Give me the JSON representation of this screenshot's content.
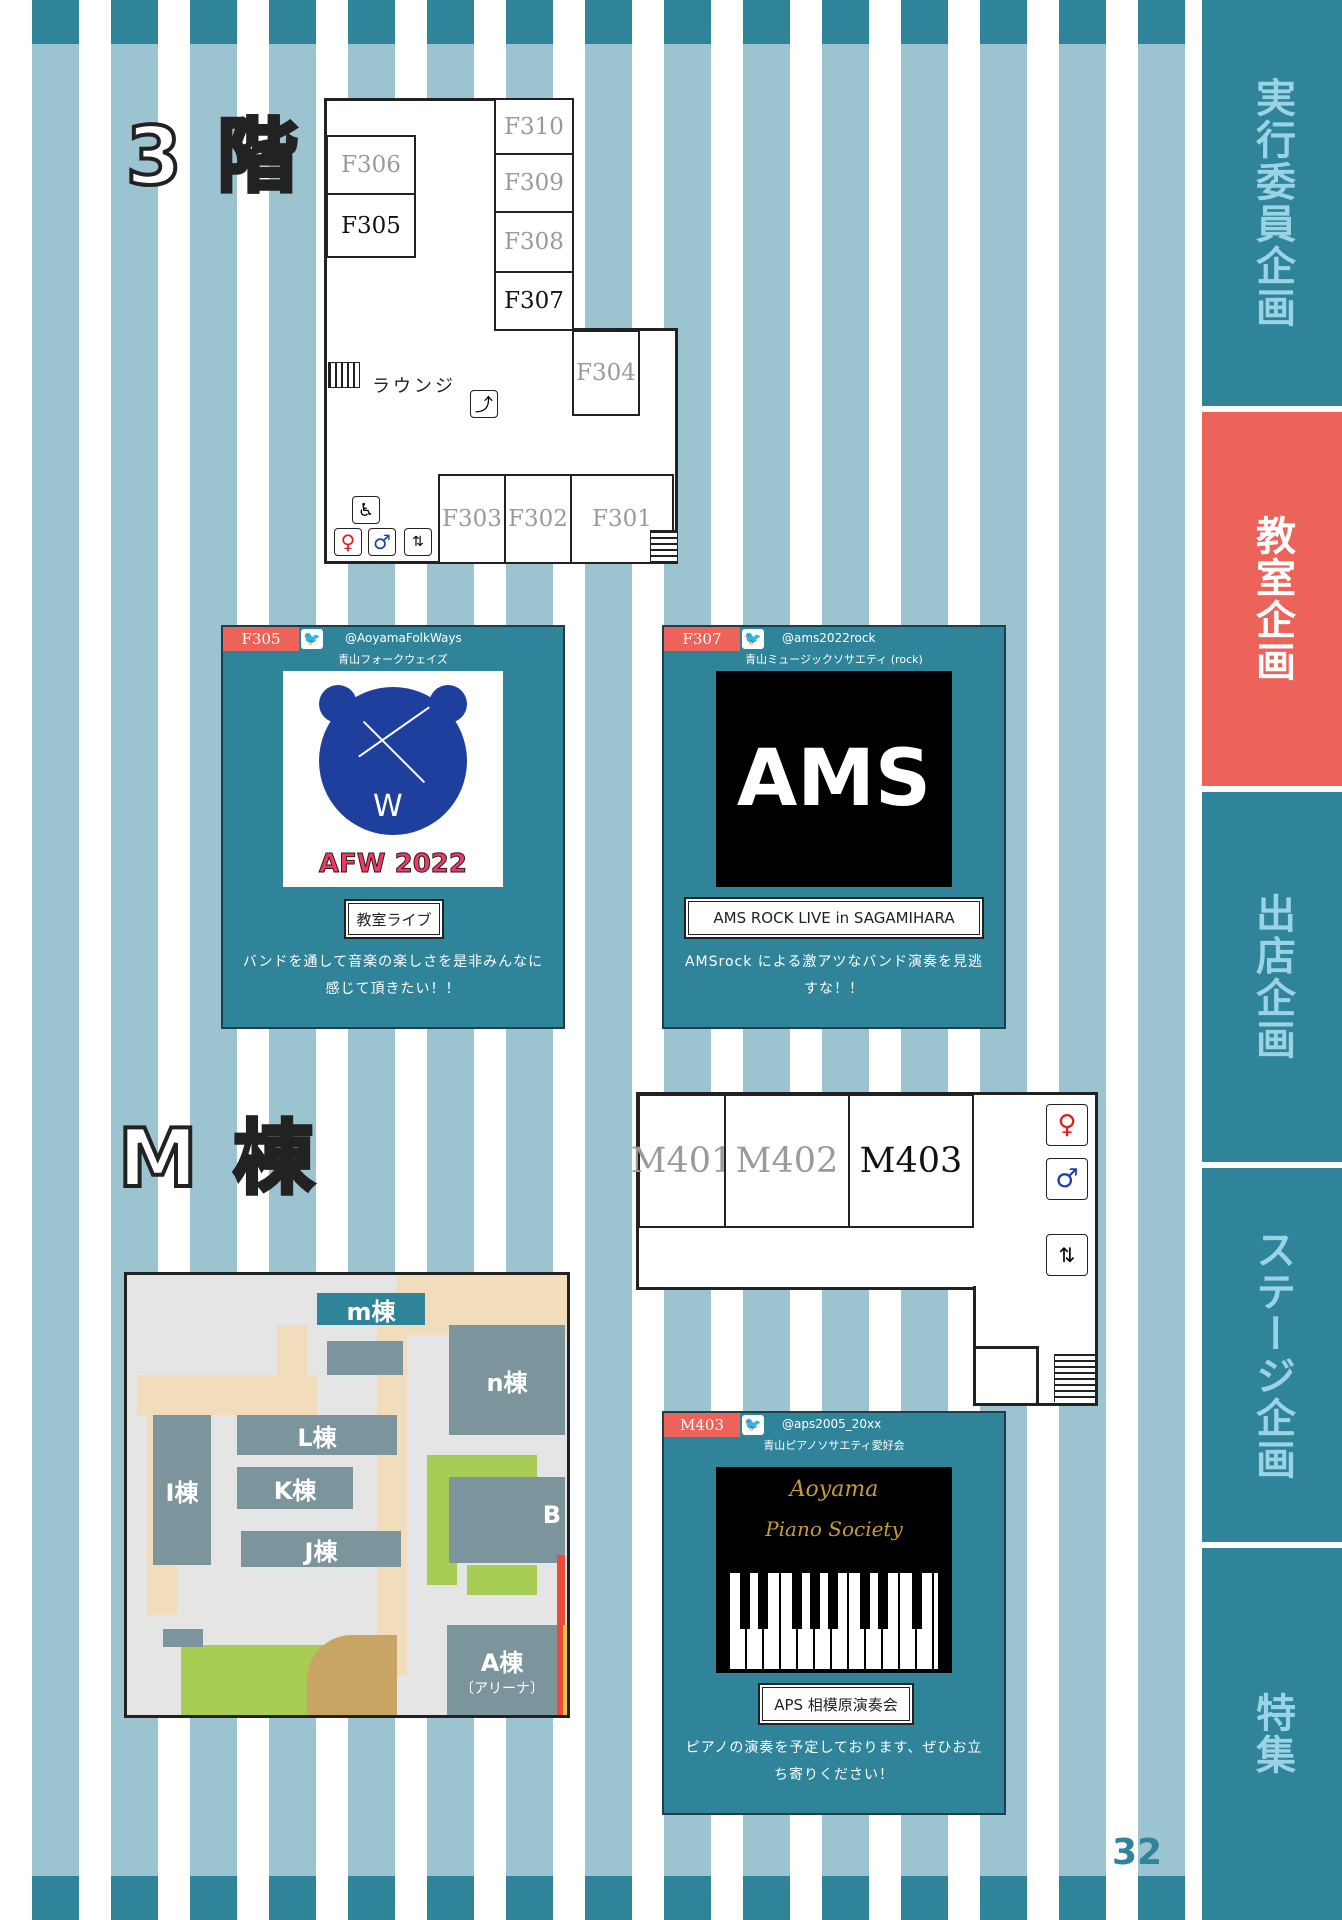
{
  "sidebar": {
    "tabs": [
      {
        "label": "実行委員企画",
        "active": false
      },
      {
        "label": "教室企画",
        "active": true
      },
      {
        "label": "出店企画",
        "active": false
      },
      {
        "label": "ステージ企画",
        "active": false
      },
      {
        "label": "特集",
        "active": false
      }
    ]
  },
  "floor3": {
    "title": "3 階",
    "rooms": {
      "f310": "F310",
      "f306": "F306",
      "f309": "F309",
      "f305": "F305",
      "f308": "F308",
      "f307": "F307",
      "f304": "F304",
      "f303": "F303",
      "f302": "F302",
      "f301": "F301"
    },
    "lounge": "ラウンジ"
  },
  "cards": [
    {
      "room": "F305",
      "handle": "@AoyamaFolkWays",
      "org": "青山フォークウェイズ",
      "logo_text": "AFW 2022",
      "label": "教室ライブ",
      "desc": "バンドを通して音楽の楽しさを是非みんなに感じて頂きたい！！"
    },
    {
      "room": "F307",
      "handle": "@ams2022rock",
      "org": "青山ミュージックソサエティ (rock)",
      "logo_text": "AMS",
      "label": "AMS ROCK LIVE in SAGAMIHARA",
      "desc": "AMSrock による激アツなバンド演奏を見逃すな！！"
    },
    {
      "room": "M403",
      "handle": "@aps2005_20xx",
      "org": "青山ピアノソサエティ愛好会",
      "logo_line1": "Aoyama",
      "logo_line2": "Piano Society",
      "label": "APS 相模原演奏会",
      "desc": "ピアノの演奏を予定しております、ぜひお立ち寄りください！"
    }
  ],
  "mbldg": {
    "title": "M 棟",
    "rooms": {
      "m401": "M401",
      "m402": "M402",
      "m403": "M403"
    }
  },
  "campus": {
    "m": "m棟",
    "n": "n棟",
    "l": "L棟",
    "k": "K棟",
    "j": "J棟",
    "i": "I棟",
    "a": "A棟",
    "arena": "〔アリーナ〕",
    "b": "B"
  },
  "page_number": "32",
  "colors": {
    "teal": "#2f8499",
    "light_stripe": "#9cc3d0",
    "accent": "#ec635a",
    "tab_text": "#9ad3e6"
  }
}
